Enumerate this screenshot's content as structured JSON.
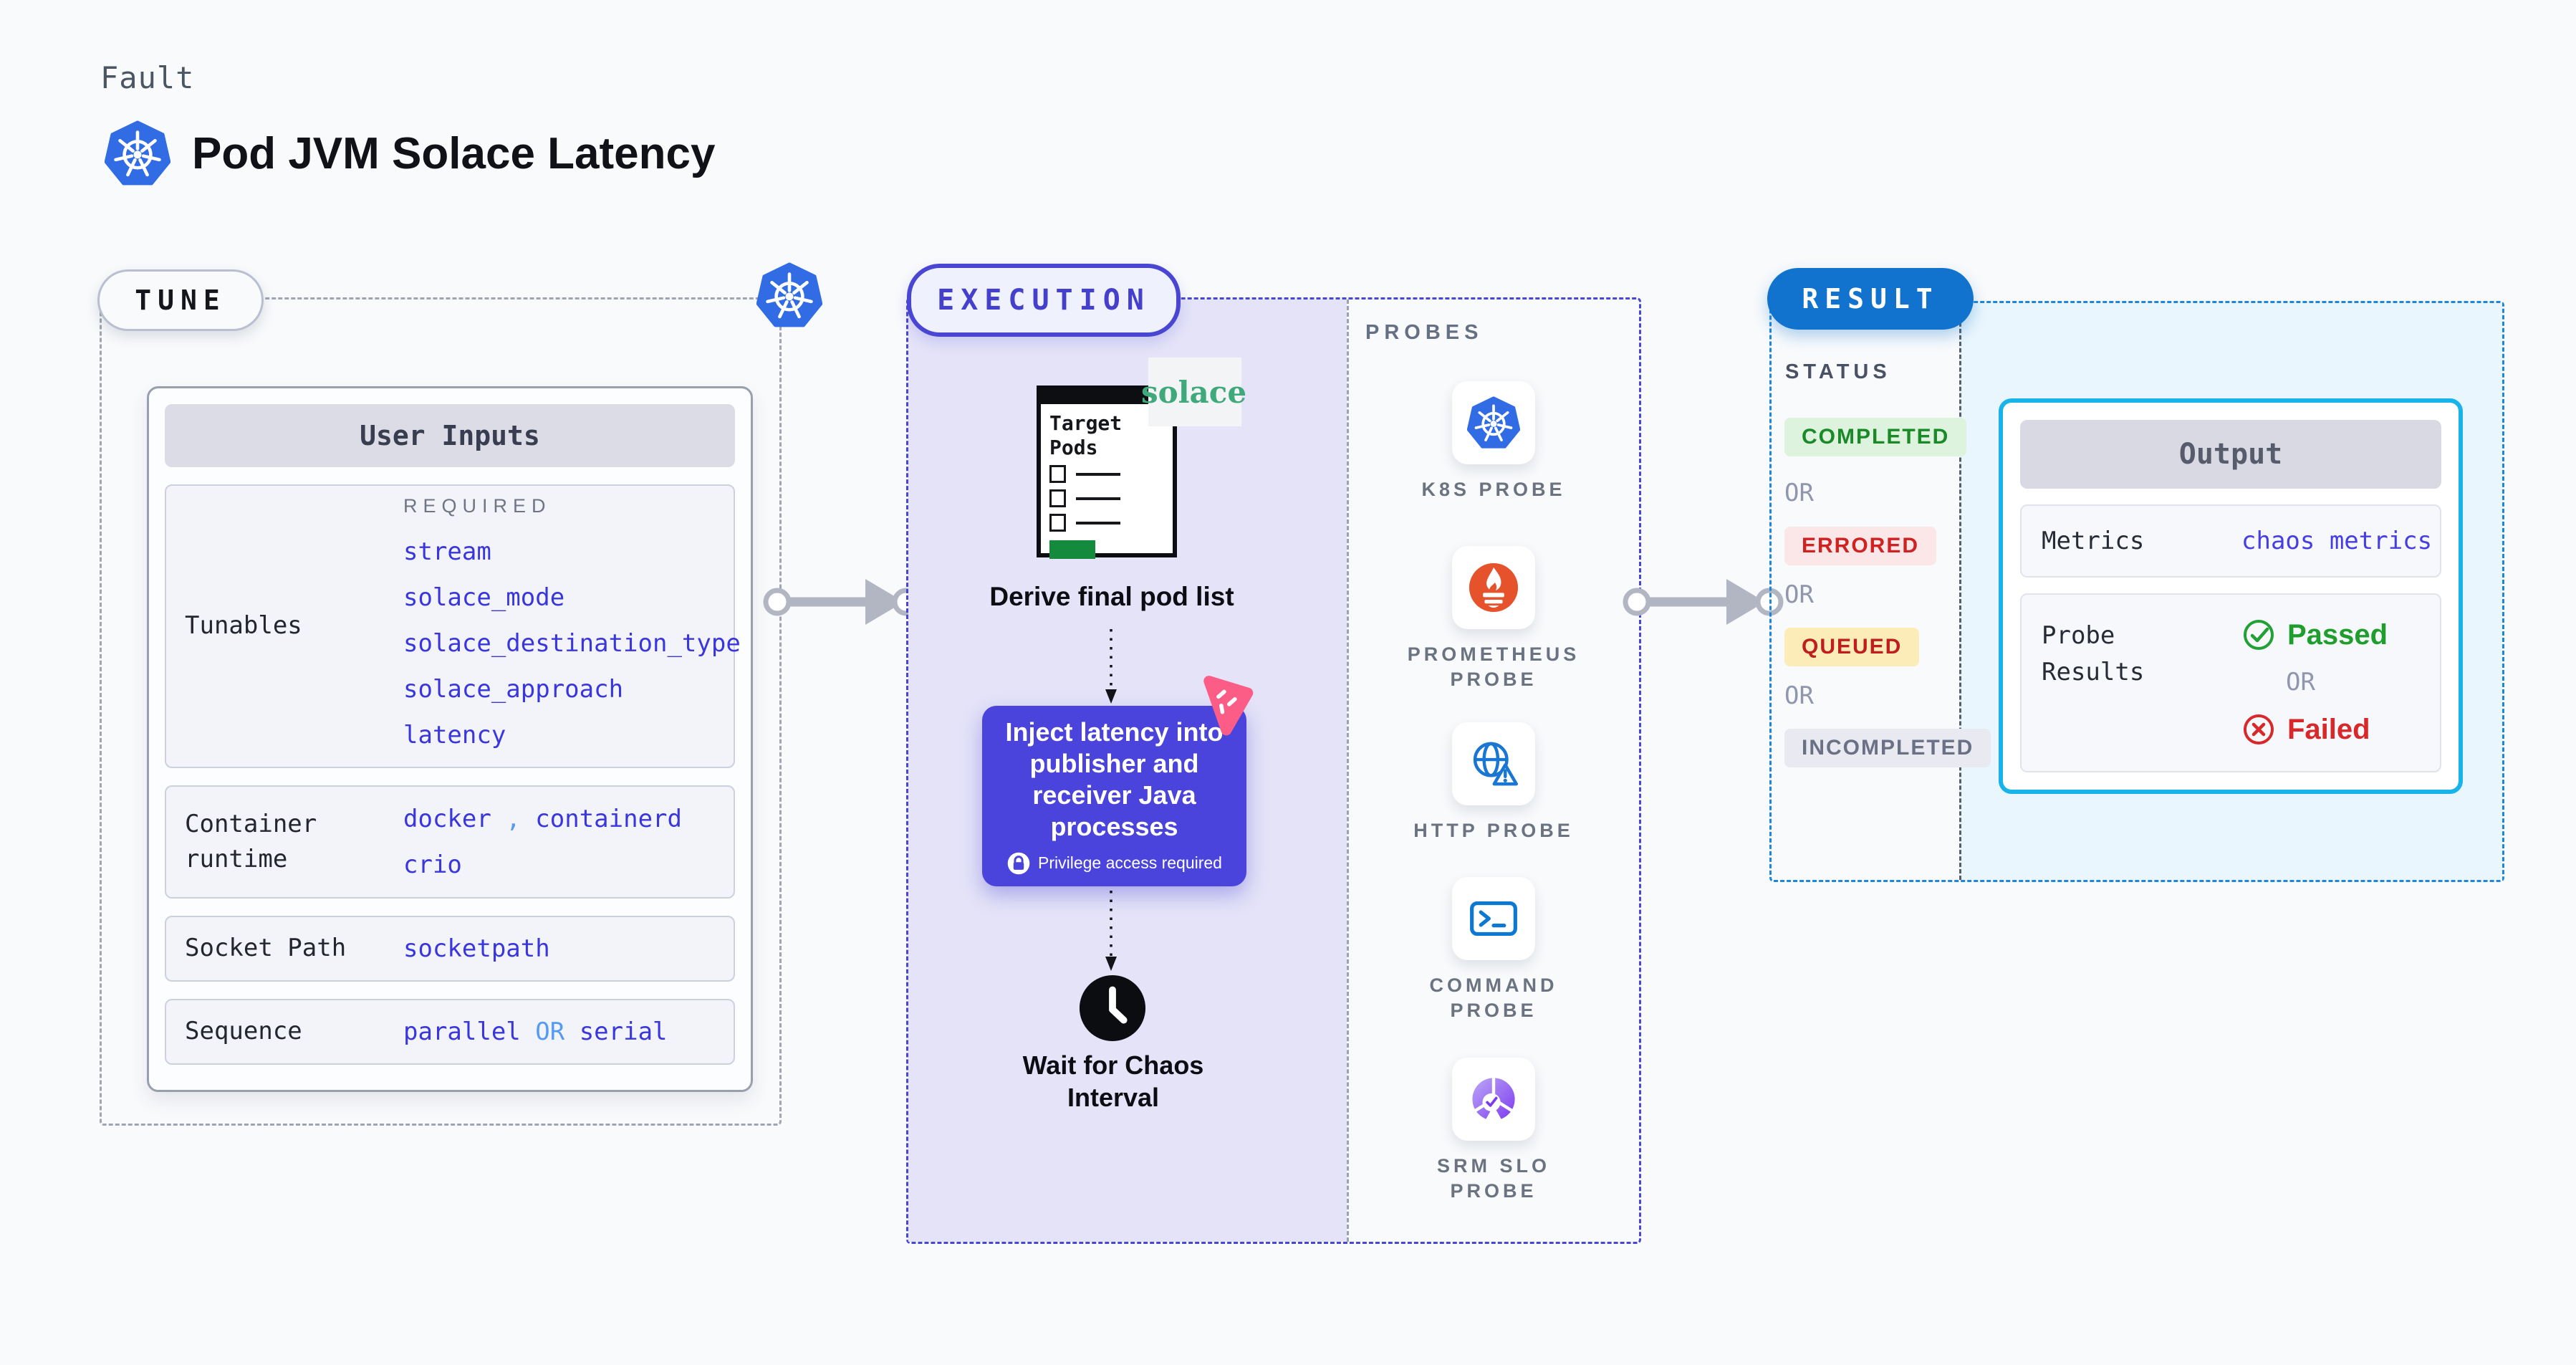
{
  "header": {
    "kicker": "Fault",
    "title": "Pod JVM Solace Latency"
  },
  "tune": {
    "badge": "TUNE",
    "user_inputs": {
      "header": "User Inputs",
      "required_label": "REQUIRED",
      "tunables_label": "Tunables",
      "tunables_values": [
        "stream",
        "solace_mode",
        "solace_destination_type",
        "solace_approach",
        "latency"
      ],
      "container_runtime_label": "Container runtime",
      "container_runtime": {
        "v1": "docker",
        "sep": ",",
        "v2": "containerd",
        "v3": "crio"
      },
      "socket_path_label": "Socket Path",
      "socket_path_value": "socketpath",
      "sequence_label": "Sequence",
      "sequence": {
        "v1": "parallel",
        "or": "OR",
        "v2": "serial"
      }
    }
  },
  "execution": {
    "badge": "EXECUTION",
    "window_title": "Target Pods",
    "solace_logo": "solace",
    "derive_text": "Derive final pod list",
    "inject_text": "Inject latency into publisher and receiver Java processes",
    "privilege_text": "Privilege access required",
    "wait_text": "Wait for Chaos Interval"
  },
  "probes": {
    "title": "PROBES",
    "items": [
      {
        "label": "K8S PROBE",
        "icon": "kubernetes-icon"
      },
      {
        "label": "PROMETHEUS PROBE",
        "icon": "prometheus-icon"
      },
      {
        "label": "HTTP PROBE",
        "icon": "http-globe-icon"
      },
      {
        "label": "COMMAND PROBE",
        "icon": "terminal-icon"
      },
      {
        "label": "SRM SLO PROBE",
        "icon": "srm-slo-icon"
      }
    ]
  },
  "result": {
    "badge": "RESULT",
    "status_title": "STATUS",
    "or_label": "OR",
    "statuses": [
      {
        "label": "COMPLETED",
        "text_color": "#1a8928",
        "bg_color": "#ddf3dd"
      },
      {
        "label": "ERRORED",
        "text_color": "#cf2222",
        "bg_color": "#fbe7e7"
      },
      {
        "label": "QUEUED",
        "text_color": "#bf1e1e",
        "bg_color": "#fcedb8"
      },
      {
        "label": "INCOMPLETED",
        "text_color": "#6b7185",
        "bg_color": "#e9eaf1"
      }
    ],
    "output": {
      "header": "Output",
      "metrics_label": "Metrics",
      "metrics_value": "chaos metrics",
      "probe_results_label": "Probe Results",
      "passed_label": "Passed",
      "or_label": "OR",
      "failed_label": "Failed"
    }
  },
  "colors": {
    "page_bg": "#f8fafc",
    "kubernetes_blue": "#326ce5",
    "execution_indigo": "#4a46d4",
    "execution_panel": "#e4e3f8",
    "inject_purple": "#4b44dc",
    "pink_icon": "#fb5d87",
    "result_blue": "#1173cd",
    "result_dash_blue": "#1f86da",
    "output_cyan_border": "#18b3e9",
    "result_panel_cyan": "#e9f6fd",
    "value_blue": "#3a36dd",
    "or_light_blue": "#549bf6",
    "solace_green": "#3fa97c",
    "prometheus_orange": "#e6522c",
    "passed_green": "#1f9d2d",
    "failed_red": "#d8282a",
    "arrow_gray": "#b2b6c3"
  }
}
